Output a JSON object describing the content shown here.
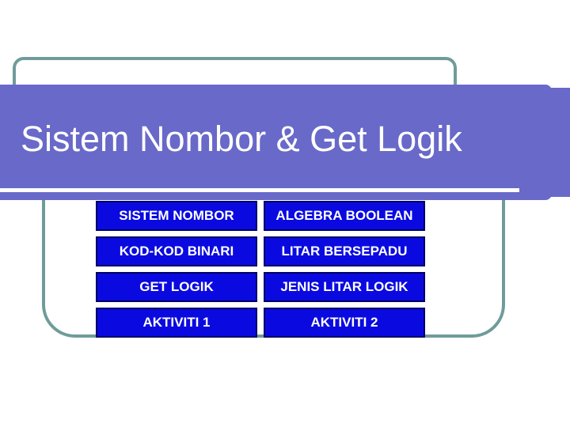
{
  "slide": {
    "title": "Sistem Nombor & Get Logik",
    "accent_colors": {
      "banner_purple": "#6969C9",
      "frame_teal": "#6F9C9A",
      "button_blue": "#0A0AE0",
      "button_border_navy": "#000066"
    }
  },
  "menu": {
    "buttons": [
      {
        "label": "SISTEM NOMBOR"
      },
      {
        "label": "ALGEBRA BOOLEAN"
      },
      {
        "label": "KOD-KOD BINARI"
      },
      {
        "label": "LITAR BERSEPADU"
      },
      {
        "label": "GET LOGIK"
      },
      {
        "label": "JENIS LITAR LOGIK"
      },
      {
        "label": "AKTIVITI 1"
      },
      {
        "label": "AKTIVITI 2"
      }
    ]
  }
}
